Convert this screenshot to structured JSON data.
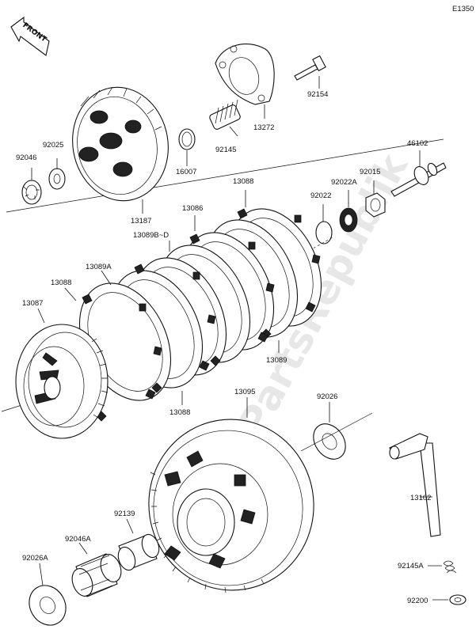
{
  "diagram_code": "E1350",
  "front_label": "FRONT",
  "watermark": "PartsRepublik",
  "parts": {
    "p92154": "92154",
    "p13272": "13272",
    "p92145": "92145",
    "p16007": "16007",
    "p92025": "92025",
    "p92046": "92046",
    "p13187": "13187",
    "p46102": "46102",
    "p92015": "92015",
    "p92022A": "92022A",
    "p92022": "92022",
    "p13088_top": "13088",
    "p13086": "13086",
    "p13089BD": "13089B~D",
    "p13089A": "13089A",
    "p13088_left": "13088",
    "p13087": "13087",
    "p13089": "13089",
    "p13088_bottom": "13088",
    "p13095": "13095",
    "p92026": "92026",
    "p13102": "13102",
    "p92139": "92139",
    "p92046A": "92046A",
    "p92026A": "92026A",
    "p92145A": "92145A",
    "p92200": "92200"
  }
}
